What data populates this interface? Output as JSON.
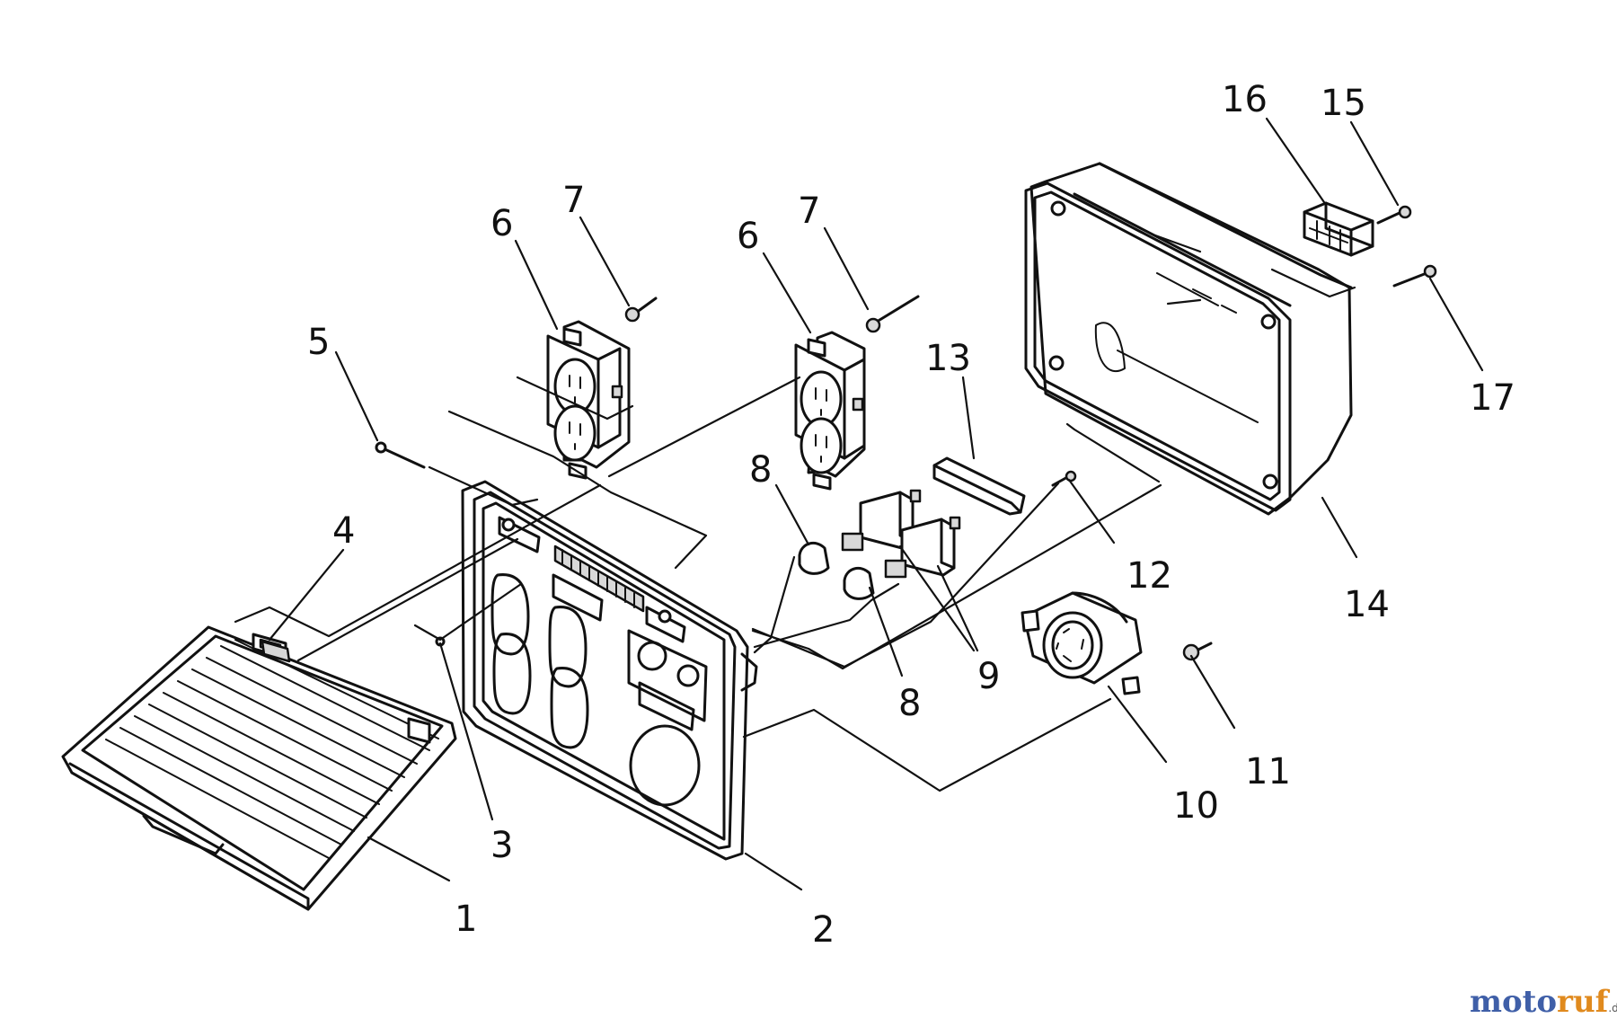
{
  "callouts": {
    "c1": "1",
    "c2": "2",
    "c3": "3",
    "c4": "4",
    "c5": "5",
    "c6a": "6",
    "c6b": "6",
    "c7a": "7",
    "c7b": "7",
    "c8a": "8",
    "c8b": "8",
    "c9": "9",
    "c10": "10",
    "c11": "11",
    "c12": "12",
    "c13": "13",
    "c14": "14",
    "c15": "15",
    "c16": "16",
    "c17": "17"
  },
  "watermark": {
    "brand_main": "moto",
    "brand_accent": "ruf",
    "brand_tld": ".de"
  },
  "colors": {
    "line": "#111111",
    "watermark_blue": "#3f5fa8",
    "watermark_orange": "#e08a1e"
  }
}
